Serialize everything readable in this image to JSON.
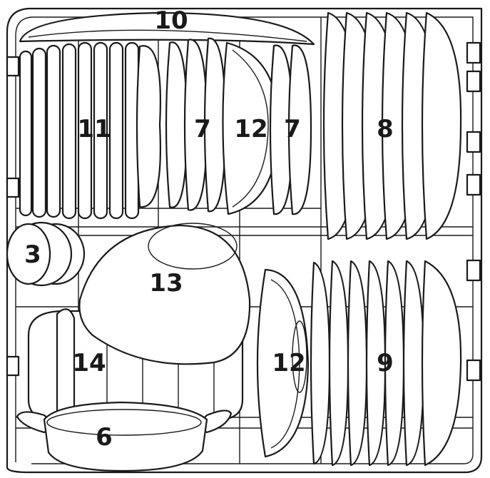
{
  "labels": {
    "l10": "10",
    "l11": "11",
    "l7a": "7",
    "l12a": "12",
    "l7b": "7",
    "l8": "8",
    "l3": "3",
    "l13": "13",
    "l14": "14",
    "l12b": "12",
    "l9": "9",
    "l6": "6"
  },
  "colors": {
    "line": "#1a1a1a",
    "background": "#ffffff"
  }
}
